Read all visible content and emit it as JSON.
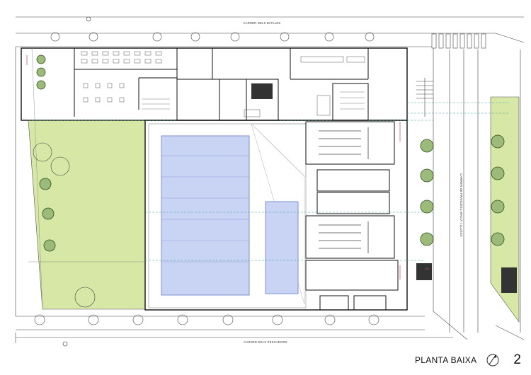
{
  "streets": {
    "top": "CARRER DELS BATLLES",
    "bottom": "CARRER DELS PESCADORS",
    "right_vertical": "CARRER DE FRANCESC MACIÀ I LLUSSÀ"
  },
  "title_block": {
    "label": "PLANTA BAIXA",
    "sheet_number": "2",
    "north_symbol": "north-arrow"
  },
  "colors": {
    "lawn": "#d6e7a6",
    "pool_water": "#c9d4f5",
    "pool_edge": "#7d8fd0",
    "walls": "#111111",
    "lines": "#555555",
    "dash": "#3aa89a",
    "accent": "#c0418a"
  }
}
